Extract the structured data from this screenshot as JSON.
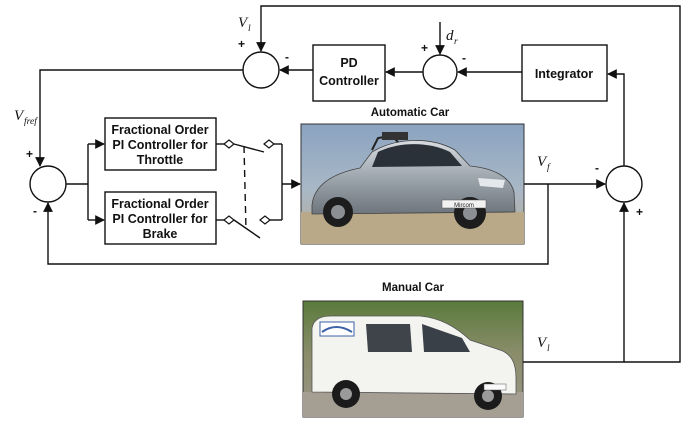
{
  "blocks": {
    "pd": [
      "PD",
      "Controller"
    ],
    "integrator": "Integrator",
    "throttle": [
      "Fractional Order",
      "PI Controller for",
      "Throttle"
    ],
    "brake": [
      "Fractional Order",
      "PI Controller for",
      "Brake"
    ]
  },
  "captions": {
    "automatic_car": "Automatic Car",
    "manual_car": "Manual Car"
  },
  "signals": {
    "v_l_top": {
      "base": "V",
      "sub": "l"
    },
    "d_r": {
      "base": "d",
      "sub": "r"
    },
    "v_fref": {
      "base": "V",
      "sub": "fref"
    },
    "v_f": {
      "base": "V",
      "sub": "f"
    },
    "v_l_right": {
      "base": "V",
      "sub": "l"
    }
  },
  "signs": {
    "s1_plus": "+",
    "s1_minus": "-",
    "s2_plus": "+",
    "s2_minus": "-",
    "s3_plus": "+",
    "s3_minus": "-",
    "s4_minus": "-",
    "s4_plus": "+"
  },
  "car_plate": "Mircom"
}
